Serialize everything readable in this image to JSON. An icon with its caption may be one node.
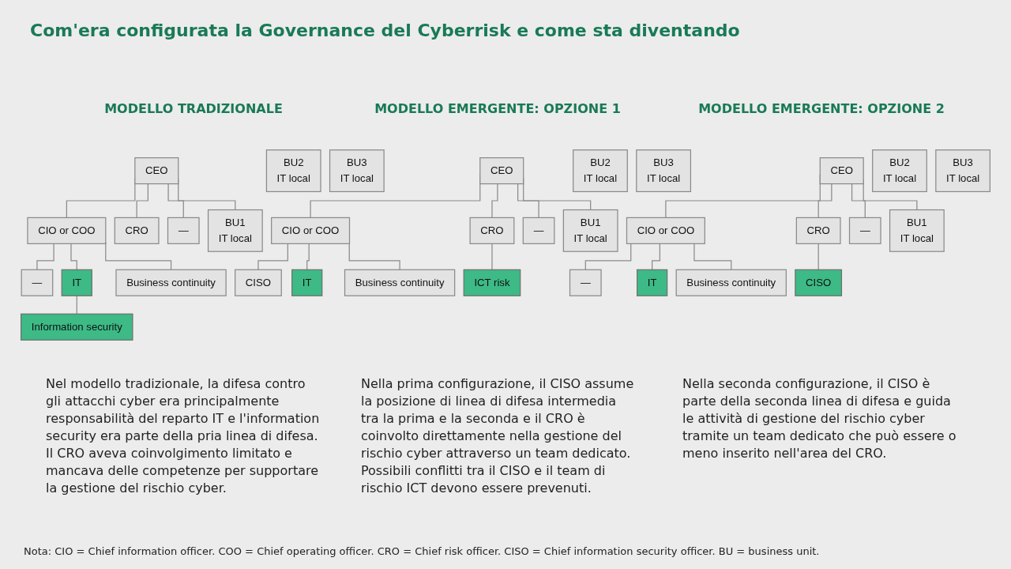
{
  "diagram": {
    "title": "Com'era configurata la Governance del Cyberrisk e come sta diventando",
    "nodes": [
      {
        "text": [
          "CEO"
        ]
      },
      {
        "text": [
          "CIO or COO"
        ]
      },
      {
        "text": [
          "CRO"
        ]
      },
      {
        "text": [
          "—"
        ]
      },
      {
        "text": [
          "BU1",
          "IT local"
        ]
      },
      {
        "text": [
          "BU2",
          "IT local"
        ]
      },
      {
        "text": [
          "BU3",
          "IT local"
        ]
      },
      {
        "text": [
          "—"
        ]
      },
      {
        "text": [
          "IT"
        ]
      },
      {
        "text": [
          "Business continuity"
        ]
      },
      {
        "text": [
          "Information security"
        ]
      },
      {
        "text": [
          "CEO"
        ]
      },
      {
        "text": [
          "CIO or COO"
        ]
      },
      {
        "text": [
          "CRO"
        ]
      },
      {
        "text": [
          "—"
        ]
      },
      {
        "text": [
          "BU1",
          "IT local"
        ]
      },
      {
        "text": [
          "BU2",
          "IT local"
        ]
      },
      {
        "text": [
          "BU3",
          "IT local"
        ]
      },
      {
        "text": [
          "CISO"
        ]
      },
      {
        "text": [
          "IT"
        ]
      },
      {
        "text": [
          "Business continuity"
        ]
      },
      {
        "text": [
          "ICT risk"
        ]
      },
      {
        "text": [
          "CEO"
        ]
      },
      {
        "text": [
          "CIO or COO"
        ]
      },
      {
        "text": [
          "CRO"
        ]
      },
      {
        "text": [
          "—"
        ]
      },
      {
        "text": [
          "BU1",
          "IT local"
        ]
      },
      {
        "text": [
          "BU2",
          "IT local"
        ]
      },
      {
        "text": [
          "BU3",
          "IT local"
        ]
      },
      {
        "text": [
          "—"
        ]
      },
      {
        "text": [
          "IT"
        ]
      },
      {
        "text": [
          "Business continuity"
        ]
      },
      {
        "text": [
          "CISO"
        ]
      }
    ],
    "edges": [
      {
        "from": 0,
        "to": 1,
        "arrow": "none"
      },
      {
        "from": 0,
        "to": 2,
        "arrow": "none"
      },
      {
        "from": 0,
        "to": 3,
        "arrow": "none"
      },
      {
        "from": 0,
        "to": 4,
        "arrow": "none"
      },
      {
        "from": 1,
        "to": 7,
        "arrow": "none"
      },
      {
        "from": 1,
        "to": 8,
        "arrow": "none"
      },
      {
        "from": 1,
        "to": 9,
        "arrow": "none"
      },
      {
        "from": 8,
        "to": 10,
        "arrow": "none"
      },
      {
        "from": 11,
        "to": 12,
        "arrow": "none"
      },
      {
        "from": 11,
        "to": 13,
        "arrow": "none"
      },
      {
        "from": 11,
        "to": 14,
        "arrow": "none"
      },
      {
        "from": 11,
        "to": 15,
        "arrow": "none"
      },
      {
        "from": 12,
        "to": 18,
        "arrow": "none"
      },
      {
        "from": 12,
        "to": 19,
        "arrow": "none"
      },
      {
        "from": 12,
        "to": 20,
        "arrow": "none"
      },
      {
        "from": 13,
        "to": 21,
        "arrow": "none"
      },
      {
        "from": 22,
        "to": 23,
        "arrow": "none"
      },
      {
        "from": 22,
        "to": 24,
        "arrow": "none"
      },
      {
        "from": 22,
        "to": 25,
        "arrow": "none"
      },
      {
        "from": 22,
        "to": 26,
        "arrow": "none"
      },
      {
        "from": 23,
        "to": 29,
        "arrow": "none"
      },
      {
        "from": 23,
        "to": 30,
        "arrow": "none"
      },
      {
        "from": 23,
        "to": 31,
        "arrow": "none"
      },
      {
        "from": 24,
        "to": 32,
        "arrow": "none"
      }
    ],
    "labels": [
      "MODELLO TRADIZIONALE",
      "MODELLO EMERGENTE: OPZIONE 1",
      "MODELLO EMERGENTE: OPZIONE 2",
      "Nel modello tradizionale, la difesa contro gli attacchi cyber era principalmente responsabilità del reparto IT e l'information security era parte della pria linea di difesa. Il CRO aveva coinvolgimento limitato e mancava delle competenze per supportare la gestione del rischio cyber.",
      "Nella prima configurazione, il CISO assume la posizione di linea di difesa intermedia tra la prima e la seconda e il CRO è coinvolto direttamente nella gestione del rischio cyber attraverso un team dedicato.",
      "Possibili conflitti tra il CISO e il team di rischio ICT devono essere prevenuti.",
      "Nella seconda configurazione, il CISO è parte della seconda linea di difesa e guida le attività di gestione del rischio cyber tramite un team dedicato che può essere o meno inserito nell'area del CRO.",
      "Nota: CIO = Chief information officer. COO = Chief operating officer. CRO = Chief risk officer. CISO = Chief information security officer. BU = business unit."
    ]
  }
}
